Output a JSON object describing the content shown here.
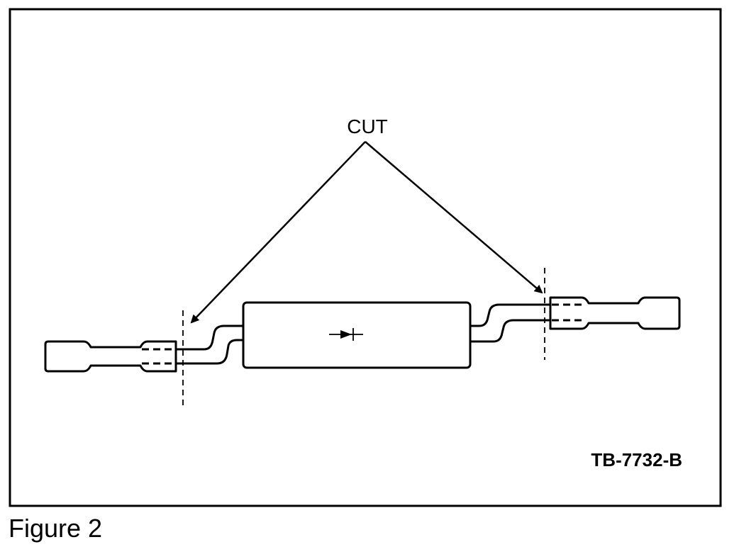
{
  "diagram": {
    "callout_label": "CUT",
    "figure_code": "TB-7732-B"
  },
  "caption": "Figure 2",
  "colors": {
    "ink": "#000000",
    "paper": "#ffffff"
  }
}
